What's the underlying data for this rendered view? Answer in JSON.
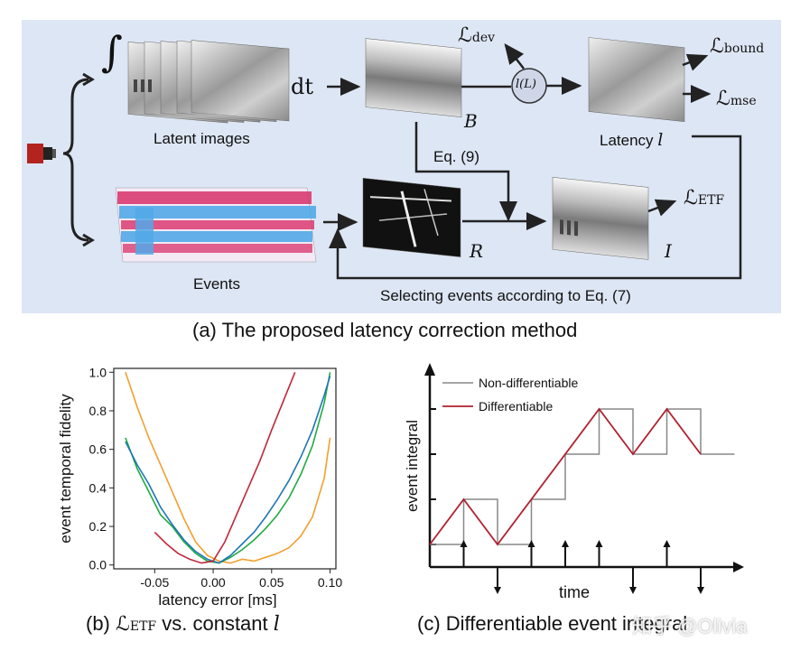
{
  "panel_a": {
    "latent_images_label": "Latent images",
    "events_label": "Events",
    "latency_label": "Latency",
    "latency_symbol": "l",
    "dt_label": "dt",
    "integral_symbol": "∫",
    "B_label": "B",
    "R_label": "R",
    "I_label": "I",
    "l_of_L": "l(L)",
    "loss_dev": "ℒdev",
    "loss_dev_main": "ℒ",
    "loss_dev_sub": "dev",
    "loss_bound_main": "ℒ",
    "loss_bound_sub": "bound",
    "loss_mse_main": "ℒ",
    "loss_mse_sub": "mse",
    "loss_etf_main": "ℒ",
    "loss_etf_sub": "ETF",
    "eq9_label": "Eq. (9)",
    "selecting_label": "Selecting events according to Eq. (7)",
    "caption": "(a) The proposed latency correction method"
  },
  "panel_b": {
    "caption_prefix": "(b) ",
    "caption_loss_main": "ℒ",
    "caption_loss_sub": "ETF",
    "caption_suffix": " vs. constant ",
    "caption_symbol": "l"
  },
  "panel_c": {
    "caption": "(c) Differentiable event integral",
    "watermark": "知乎 @Olivia"
  },
  "chart_data": [
    {
      "type": "line",
      "xlabel": "latency error [ms]",
      "ylabel": "event temporal fidelity",
      "xlim": [
        -0.085,
        0.105
      ],
      "ylim": [
        -0.02,
        1.02
      ],
      "xticks": [
        "-0.05",
        "0.00",
        "0.05",
        "0.10"
      ],
      "xtick_values": [
        -0.05,
        0.0,
        0.05,
        0.1
      ],
      "yticks": [
        "0.0",
        "0.2",
        "0.4",
        "0.6",
        "0.8",
        "1.0"
      ],
      "ytick_values": [
        0,
        0.2,
        0.4,
        0.6,
        0.8,
        1.0
      ],
      "grid": false,
      "series": [
        {
          "color": "#f0a030",
          "x": [
            -0.075,
            -0.065,
            -0.055,
            -0.045,
            -0.035,
            -0.025,
            -0.015,
            -0.005,
            0.005,
            0.015,
            0.025,
            0.035,
            0.045,
            0.055,
            0.065,
            0.075,
            0.085,
            0.095,
            0.1
          ],
          "y": [
            1.0,
            0.82,
            0.66,
            0.52,
            0.38,
            0.24,
            0.12,
            0.05,
            0.02,
            0.01,
            0.03,
            0.02,
            0.04,
            0.06,
            0.09,
            0.15,
            0.25,
            0.45,
            0.66
          ]
        },
        {
          "color": "#22aa44",
          "x": [
            -0.075,
            -0.065,
            -0.055,
            -0.045,
            -0.035,
            -0.025,
            -0.015,
            -0.005,
            0.005,
            0.015,
            0.025,
            0.035,
            0.045,
            0.055,
            0.065,
            0.075,
            0.085,
            0.095,
            0.1
          ],
          "y": [
            0.66,
            0.5,
            0.38,
            0.26,
            0.2,
            0.12,
            0.06,
            0.02,
            0.01,
            0.04,
            0.08,
            0.13,
            0.19,
            0.26,
            0.35,
            0.47,
            0.62,
            0.84,
            1.0
          ]
        },
        {
          "color": "#1f77b4",
          "x": [
            -0.075,
            -0.065,
            -0.055,
            -0.045,
            -0.035,
            -0.025,
            -0.015,
            -0.005,
            0.005,
            0.015,
            0.025,
            0.035,
            0.045,
            0.055,
            0.065,
            0.075,
            0.085,
            0.095,
            0.1
          ],
          "y": [
            0.64,
            0.52,
            0.42,
            0.3,
            0.21,
            0.13,
            0.07,
            0.03,
            0.01,
            0.05,
            0.11,
            0.17,
            0.25,
            0.34,
            0.44,
            0.56,
            0.7,
            0.88,
            0.98
          ]
        },
        {
          "color": "#c0283a",
          "x": [
            -0.05,
            -0.04,
            -0.03,
            -0.02,
            -0.01,
            0.0,
            0.01,
            0.02,
            0.03,
            0.04,
            0.05,
            0.06,
            0.07
          ],
          "y": [
            0.17,
            0.11,
            0.06,
            0.03,
            0.01,
            0.02,
            0.12,
            0.26,
            0.4,
            0.54,
            0.7,
            0.85,
            1.0
          ]
        }
      ]
    },
    {
      "type": "line",
      "xlabel": "time",
      "ylabel": "event integral",
      "grid": false,
      "series": [
        {
          "name": "Non-differentiable",
          "color": "#888888",
          "x": [
            0,
            1,
            1,
            2,
            2,
            3,
            3,
            4,
            4,
            5,
            5,
            6,
            6,
            7,
            7,
            8,
            8,
            9
          ],
          "y": [
            1,
            1,
            2,
            2,
            1,
            1,
            2,
            2,
            3,
            3,
            4,
            4,
            3,
            3,
            4,
            4,
            3,
            3
          ]
        },
        {
          "name": "Differentiable",
          "color": "#b02030",
          "x": [
            0,
            1,
            2,
            5,
            6,
            7,
            8
          ],
          "y": [
            1,
            2,
            1,
            4,
            3,
            4,
            3
          ]
        }
      ],
      "up_events": [
        1,
        3,
        4,
        5,
        7
      ],
      "down_events": [
        2,
        6,
        8
      ]
    }
  ]
}
